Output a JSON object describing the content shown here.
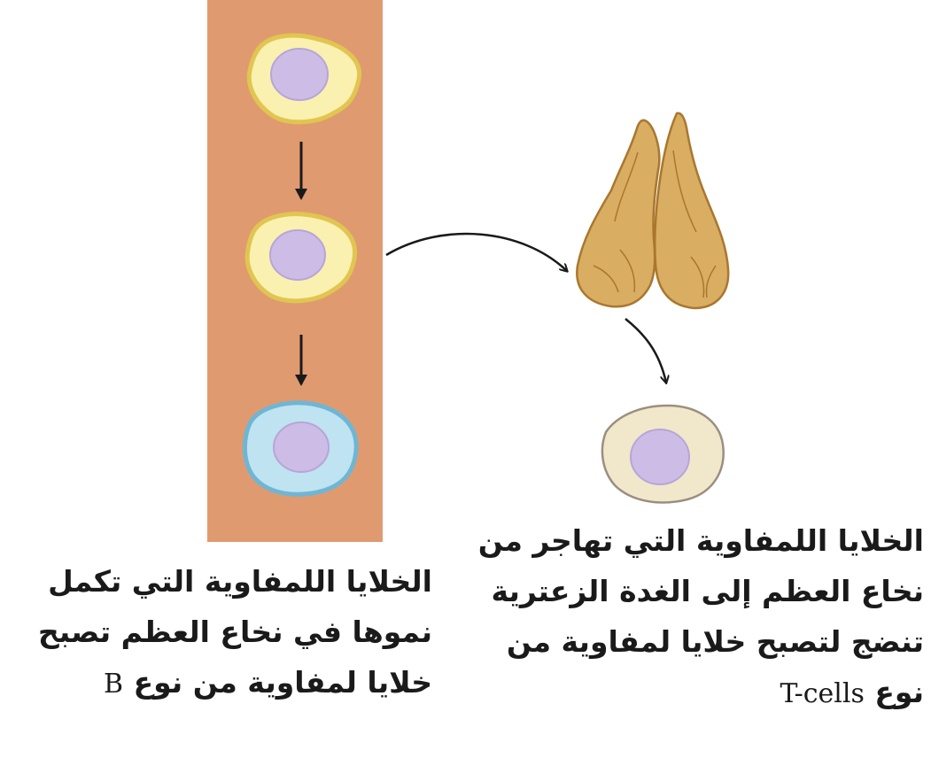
{
  "captions": {
    "b_cells": {
      "line1": "الخلايا اللمفاوية التي تكمل",
      "line2": "نموها في نخاع العظم تصبح",
      "line3_ar": "خلايا لمفاوية من نوع",
      "line3_latin": "B"
    },
    "t_cells": {
      "line1": "الخلايا اللمفاوية التي تهاجر من",
      "line2": "نخاع العظم إلى الغدة الزعترية",
      "line3": "تنضج لتصبح خلايا لمفاوية من",
      "line4_ar": "نوع",
      "line4_latin": "T-cells"
    }
  },
  "colors": {
    "bone_marrow_panel": "#e09a70",
    "precursor_cell_fill": "#faf0b0",
    "precursor_cell_rim": "#e8cf58",
    "b_cell_fill": "#bfe3f0",
    "b_cell_rim": "#7fc3dd",
    "t_cell_fill": "#f1e8cc",
    "nucleus": "#cdbde6",
    "thymus": "#d9ad62",
    "arrow": "#1a1a1a"
  }
}
